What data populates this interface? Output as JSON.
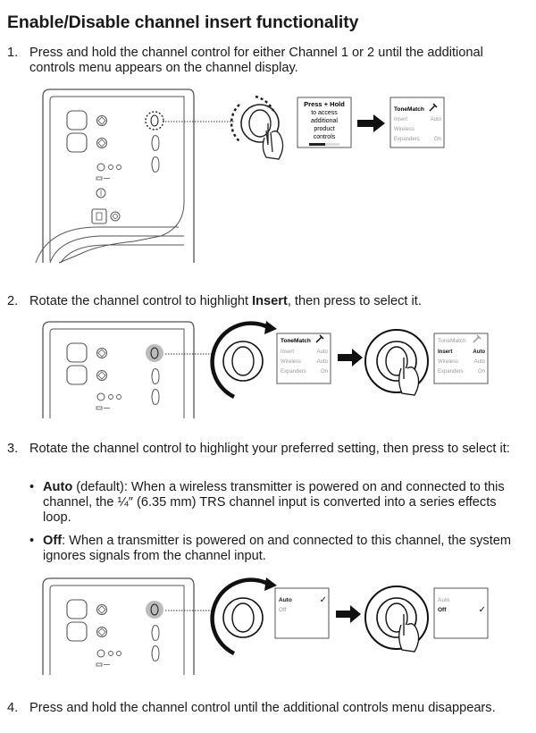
{
  "title": "Enable/Disable channel insert functionality",
  "steps": [
    {
      "num": "1.",
      "text": "Press and hold the channel control for either Channel 1 or 2 until the additional controls menu appears on the channel display."
    },
    {
      "num": "2.",
      "pre": "Rotate the channel control to highlight ",
      "bold": "Insert",
      "post": ", then press to select it."
    },
    {
      "num": "3.",
      "text": "Rotate the channel control to highlight your preferred setting, then press to select it:"
    },
    {
      "num": "4.",
      "text": "Press and hold the channel control until the additional controls menu disappears."
    }
  ],
  "bullets": [
    {
      "dot": "•",
      "bold": "Auto",
      "text": " (default): When a wireless transmitter is powered on and connected to this channel, the ¼″ (6.35 mm) TRS channel input is converted into a series effects loop."
    },
    {
      "dot": "•",
      "bold": "Off",
      "text": ": When a transmitter is powered on and connected to this channel, the system ignores signals from the channel input."
    }
  ],
  "figure1": {
    "press_hold_lines": [
      "Press + Hold",
      "to access",
      "additional",
      "product",
      "controls"
    ]
  },
  "menu": {
    "title": "ToneMatch",
    "rows": [
      {
        "label": "Insert",
        "value": "Auto"
      },
      {
        "label": "Wireless",
        "value": "Auto"
      },
      {
        "label": "Expanders",
        "value": "On"
      }
    ]
  },
  "settings_menu": {
    "options": [
      "Auto",
      "Off"
    ],
    "check": "✓"
  }
}
